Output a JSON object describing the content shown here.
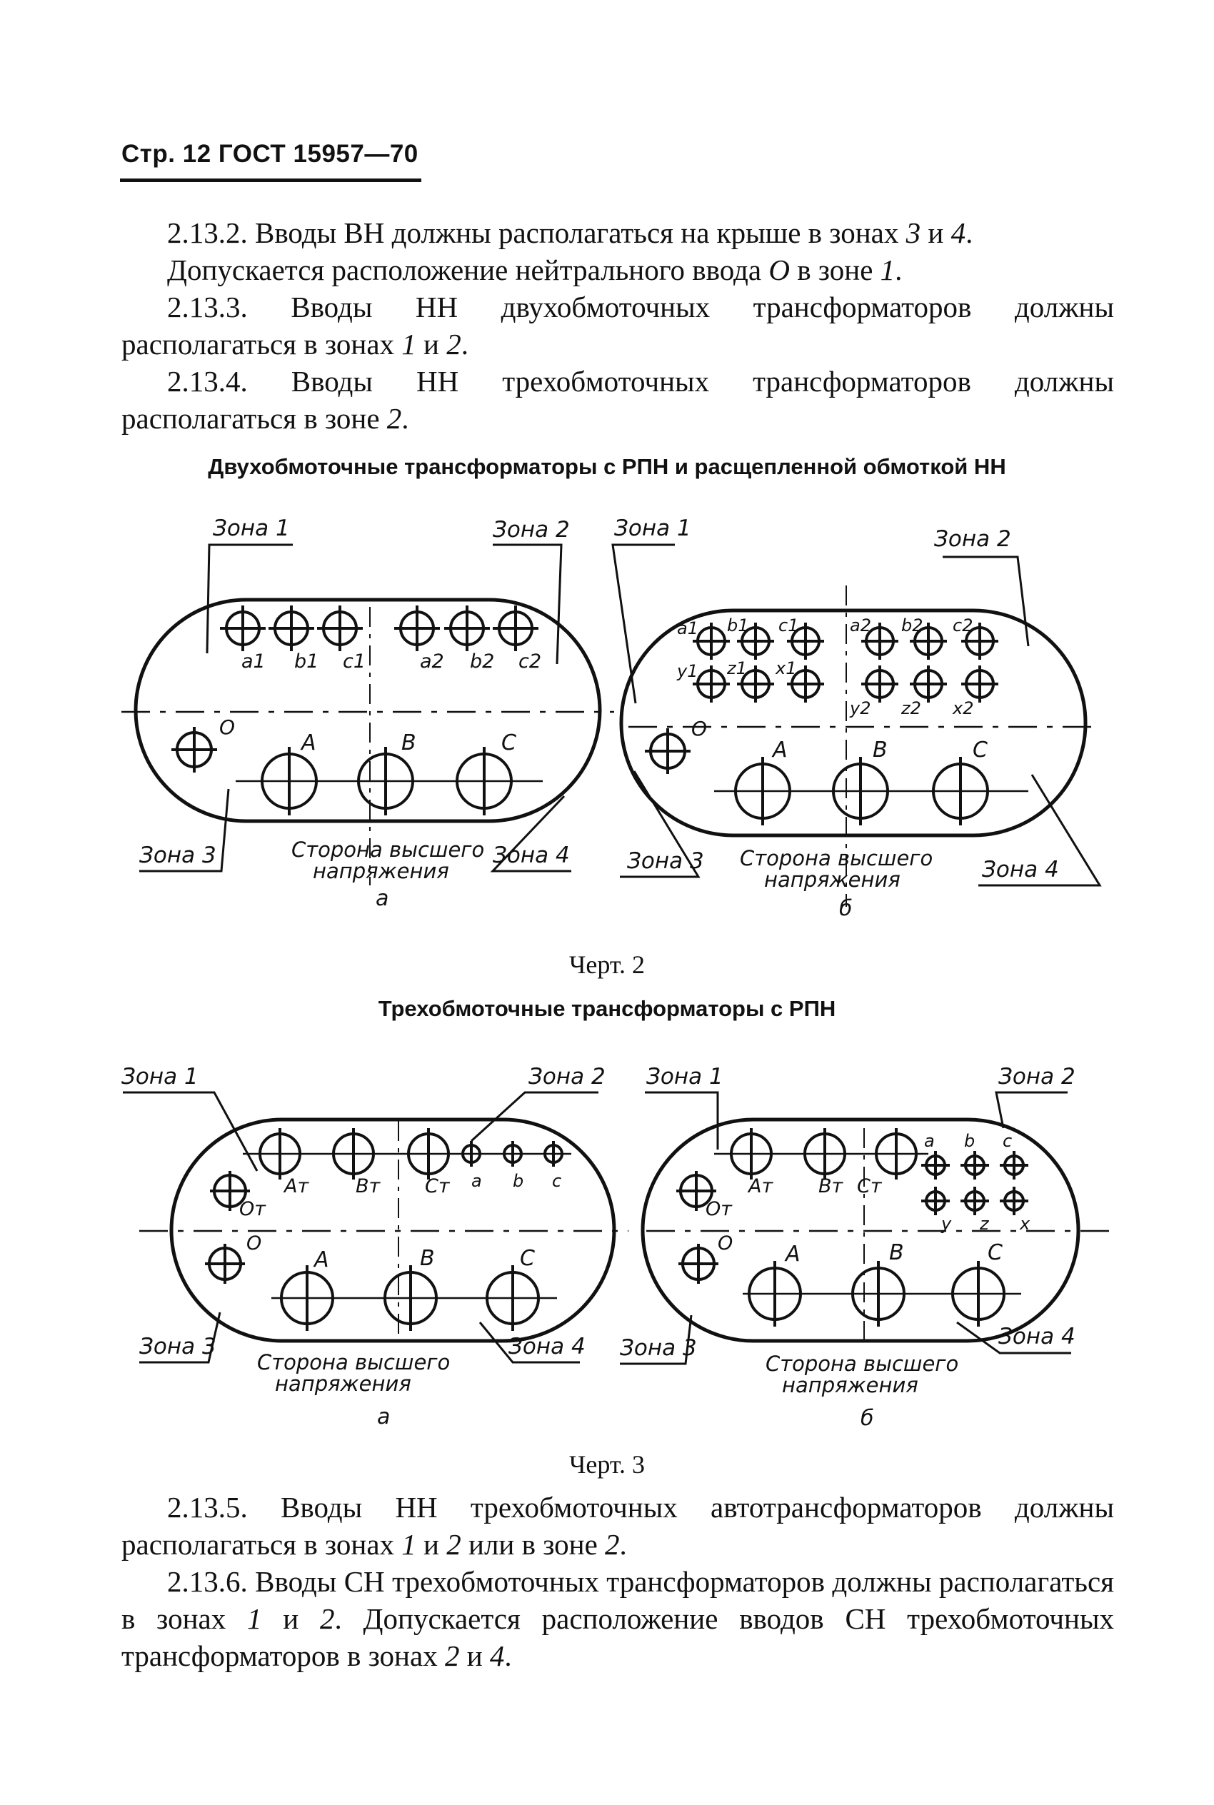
{
  "header": {
    "page_label": "Стр. 12 ГОСТ 15957—70"
  },
  "para_1": {
    "num": "2.13.2.",
    "text_a": " Вводы ВН должны располагаться на крыше в зонах ",
    "zone_a": "3",
    "conj": " и ",
    "zone_b": "4",
    "end": "."
  },
  "para_2": {
    "text_a": "Допускается расположение нейтрального ввода ",
    "letter": "О",
    "text_b": " в зоне ",
    "zone": "1",
    "end": "."
  },
  "para_3": {
    "num": "2.13.3.",
    "text_a": " Вводы НН двухобмоточных трансформаторов должны располагаться в зонах ",
    "zone_a": "1",
    "conj": " и ",
    "zone_b": "2",
    "end": "."
  },
  "para_4": {
    "num": "2.13.4.",
    "text_a": " Вводы НН трехобмоточных трансформаторов должны располагаться в зоне ",
    "zone": "2",
    "end": "."
  },
  "fig2": {
    "caption": "Двухобмоточные трансформаторы с РПН и расщепленной обмоткой НН",
    "label": "Черт. 2",
    "a": {
      "zone1": "Зона 1",
      "zone2": "Зона 2",
      "zone3": "Зона 3",
      "zone4": "Зона 4",
      "neutral": "O",
      "lv_terminals": [
        "a1",
        "b1",
        "c1",
        "a2",
        "b2",
        "c2"
      ],
      "hv_terminals": [
        "A",
        "B",
        "C"
      ],
      "side_line1": "Сторона высшего",
      "side_line2": "напряжения",
      "sublabel": "а"
    },
    "b": {
      "zone1": "Зона 1",
      "zone2": "Зона 2",
      "zone3": "Зона 3",
      "zone4": "Зона 4",
      "neutral": "O",
      "lv_top": [
        "a1",
        "b1",
        "c1",
        "a2",
        "b2",
        "c2"
      ],
      "lv_bottom": [
        "y1",
        "z1",
        "x1",
        "y2",
        "z2",
        "x2"
      ],
      "hv_terminals": [
        "A",
        "B",
        "C"
      ],
      "side_line1": "Сторона высшего",
      "side_line2": "напряжения",
      "sublabel": "б"
    }
  },
  "fig3": {
    "caption": "Трехобмоточные трансформаторы с РПН",
    "label": "Черт. 3",
    "a": {
      "zone1": "Зона 1",
      "zone2": "Зона 2",
      "zone3": "Зона 3",
      "zone4": "Зона 4",
      "neutral_m": "Oт",
      "neutral": "O",
      "mv_terminals": [
        "Aт",
        "Bт",
        "Cт"
      ],
      "lv_terminals": [
        "a",
        "b",
        "c"
      ],
      "hv_terminals": [
        "A",
        "B",
        "C"
      ],
      "side_line1": "Сторона высшего",
      "side_line2": "напряжения",
      "sublabel": "а"
    },
    "b": {
      "zone1": "Зона 1",
      "zone2": "Зона 2",
      "zone3": "Зона 3",
      "zone4": "Зона 4",
      "neutral_m": "Oт",
      "neutral": "O",
      "mv_terminals": [
        "Aт",
        "Bт",
        "Cт"
      ],
      "lv_top": [
        "a",
        "b",
        "c"
      ],
      "lv_bottom": [
        "y",
        "z",
        "x"
      ],
      "hv_terminals": [
        "A",
        "B",
        "C"
      ],
      "side_line1": "Сторона высшего",
      "side_line2": "напряжения",
      "sublabel": "б"
    }
  },
  "para_5": {
    "num": "2.13.5.",
    "text_a": " Вводы НН трехобмоточных автотрансформаторов должны располагаться в зонах ",
    "zone_a": "1",
    "conj": " и ",
    "zone_b": "2",
    "text_b": " или в зоне ",
    "zone_c": "2",
    "end": "."
  },
  "para_6": {
    "num": "2.13.6.",
    "text_a": " Вводы СН трехобмоточных трансформаторов должны располагаться в зонах ",
    "zone_a": "1",
    "conj": " и ",
    "zone_b": "2",
    "text_b": ". Допускается расположение вводов СН трехобмоточных трансформаторов в зонах ",
    "zone_c": "2",
    "conj2": " и ",
    "zone_d": "4",
    "end": "."
  }
}
